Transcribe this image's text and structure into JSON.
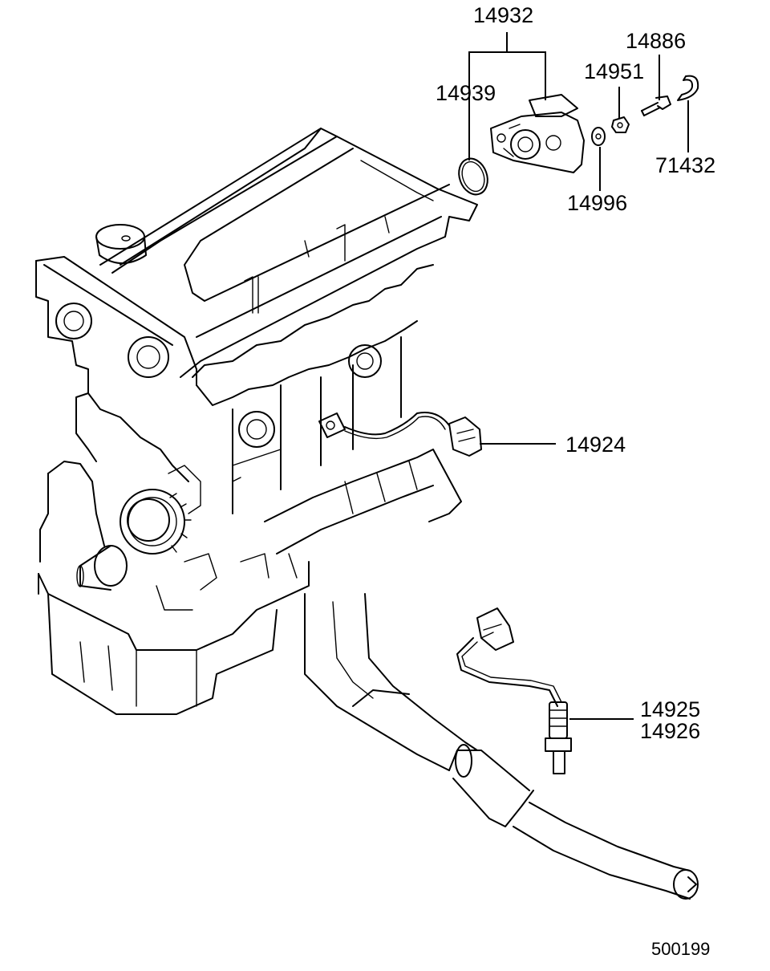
{
  "labels": {
    "tps_assembly": "14932",
    "o_ring": "14939",
    "screw": "14886",
    "nut": "14951",
    "clip": "71432",
    "washer": "14996",
    "sensor_harness": "14924",
    "oxygen_sensor_a": "14925",
    "oxygen_sensor_b": "14926",
    "diagram_code": "500199"
  }
}
